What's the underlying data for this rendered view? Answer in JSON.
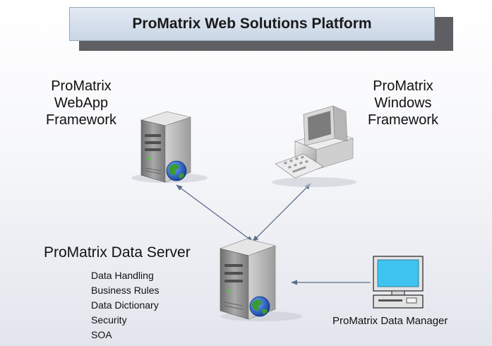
{
  "title": "ProMatrix Web Solutions Platform",
  "webapp": {
    "lines": [
      "ProMatrix",
      "WebApp",
      "Framework"
    ]
  },
  "windows": {
    "lines": [
      "ProMatrix",
      "Windows",
      "Framework"
    ]
  },
  "data_server": {
    "title": "ProMatrix Data Server",
    "items": [
      "Data Handling",
      "Business Rules",
      "Data Dictionary",
      "Security",
      "SOA"
    ]
  },
  "data_manager": {
    "label": "ProMatrix Data Manager"
  },
  "colors": {
    "title_fill": "#d4deeb",
    "title_shadow": "#5f5f63",
    "connector": "#5a6f8c",
    "server_body": "#8a8a8a",
    "globe_blue": "#1f5fbf",
    "globe_green": "#3c9a2e",
    "monitor_screen": "#3fc3f0"
  },
  "icons": [
    "server-icon",
    "globe-icon",
    "desktop-computer-icon",
    "monitor-icon"
  ]
}
